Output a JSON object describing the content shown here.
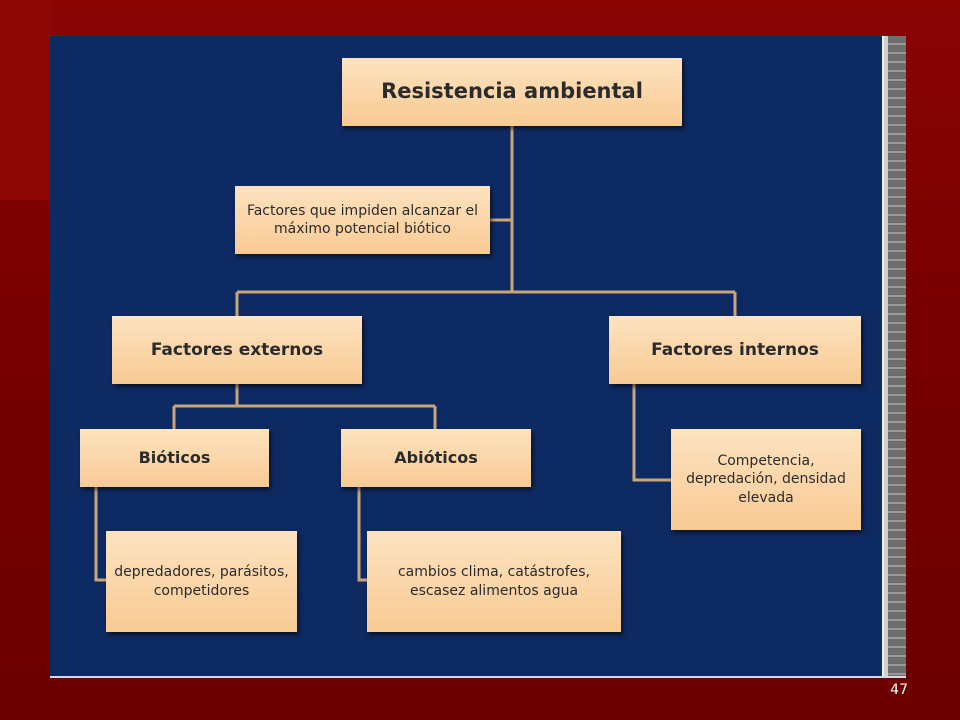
{
  "diagram": {
    "root": "Resistencia ambiental",
    "definition": "Factores que impiden alcanzar el máximo potencial biótico",
    "external": {
      "label": "Factores externos",
      "bioticos": {
        "label": "Bióticos",
        "description": "depredadores, parásitos, competidores"
      },
      "abioticos": {
        "label": "Abióticos",
        "description": "cambios clima,  catástrofes, escasez alimentos agua"
      }
    },
    "internal": {
      "label": "Factores internos",
      "description": "Competencia, depredación, densidad elevada"
    }
  },
  "slide": {
    "page_number": "47"
  },
  "colors": {
    "slide_background": "#7a0000",
    "panel": "#0e2a63",
    "box_fill": "#f8ca93",
    "connector": "#c9a57a"
  }
}
